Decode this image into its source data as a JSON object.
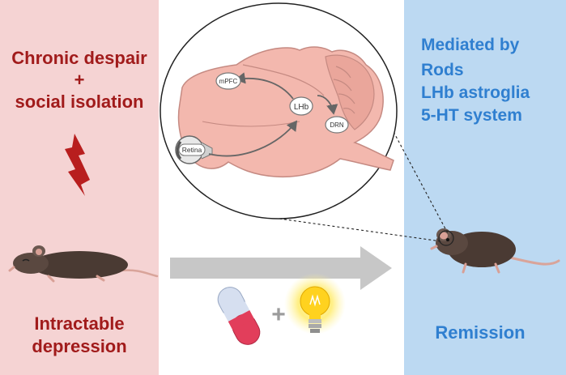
{
  "left_panel": {
    "title_line1": "Chronic despair",
    "title_line2": "+",
    "title_line3": "social isolation",
    "bottom_line1": "Intractable",
    "bottom_line2": "depression",
    "color_bg": "#f5d3d3",
    "color_text": "#a11b1b"
  },
  "right_panel": {
    "title": "Mediated by",
    "items": [
      "Rods",
      "LHb astroglia",
      "5-HT system"
    ],
    "bottom": "Remission",
    "color_bg": "#bcd9f2",
    "color_text": "#2f7fd0"
  },
  "brain": {
    "labels": {
      "mpfc": "mPFC",
      "lhb": "LHb",
      "drn": "DRN",
      "retina": "Retina"
    }
  },
  "treatment": {
    "plus": "+",
    "items": [
      "pill-icon",
      "lightbulb-icon"
    ]
  },
  "icons": [
    "lightning-bolt-icon",
    "mouse-lying-icon",
    "mouse-standing-icon",
    "eye-icon",
    "arrow-right-icon"
  ]
}
